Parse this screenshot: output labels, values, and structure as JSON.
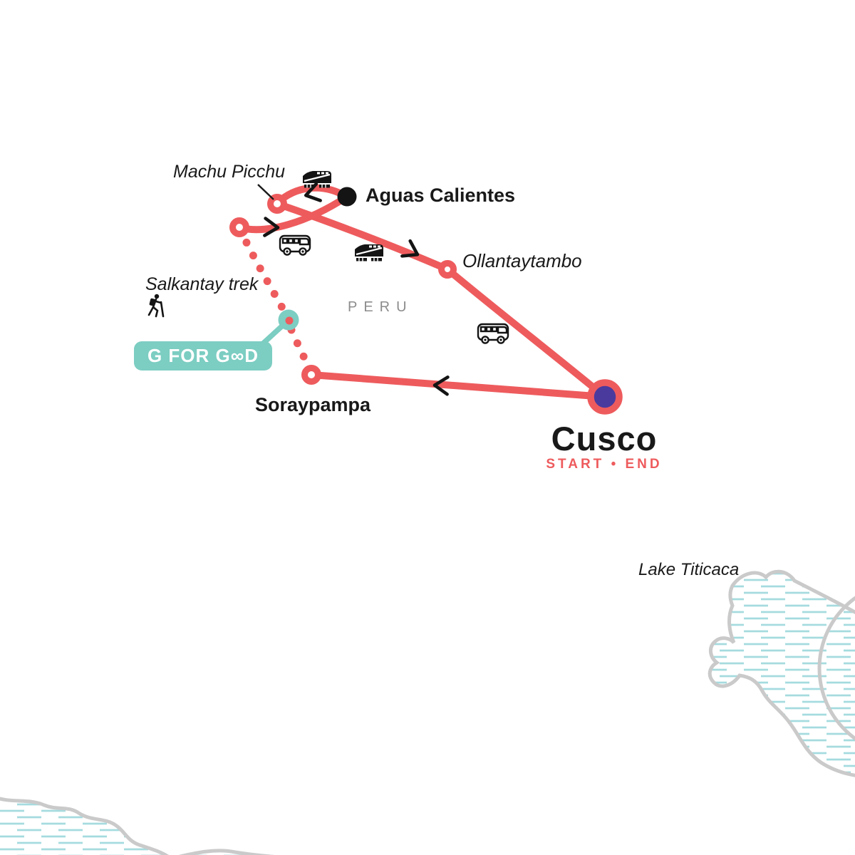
{
  "map": {
    "title": "Peru trek itinerary map",
    "country_label": "PERU",
    "lake_label": "Lake Titicaca"
  },
  "labels": {
    "machu_picchu": "Machu Picchu",
    "aguas_calientes": "Aguas Calientes",
    "ollantaytambo": "Ollantaytambo",
    "salkantay_trek": "Salkantay trek",
    "soraypampa": "Soraypampa",
    "cusco": "Cusco",
    "start_end": "START • END",
    "g_for_good": "G FOR G∞D"
  },
  "route": {
    "start_point": "Cusco",
    "end_point": "Cusco",
    "stops": [
      "Cusco",
      "Soraypampa",
      "Salkantay trek",
      "Machu Picchu",
      "Aguas Calientes",
      "Ollantaytambo",
      "Cusco"
    ],
    "trek_segment": "Soraypampa – Salkantay trek (dotted)",
    "highlight_badge": "G FOR G∞D"
  },
  "icons": {
    "train-icon": "black locomotive silhouette (x2)",
    "bus-icon": "outlined minibus glyph (x2)",
    "hiker-icon": "black trekker silhouette",
    "infinity-glyph": "∞"
  },
  "colors": {
    "route_red": "#ee5b5d",
    "cusco_purple": "#4a3a9d",
    "badge_teal": "#7ccdc2",
    "water_hatch": "#a5dbdf",
    "coast_gray": "#cacaca",
    "text_black": "#191919",
    "country_gray": "#8c8c8c"
  }
}
